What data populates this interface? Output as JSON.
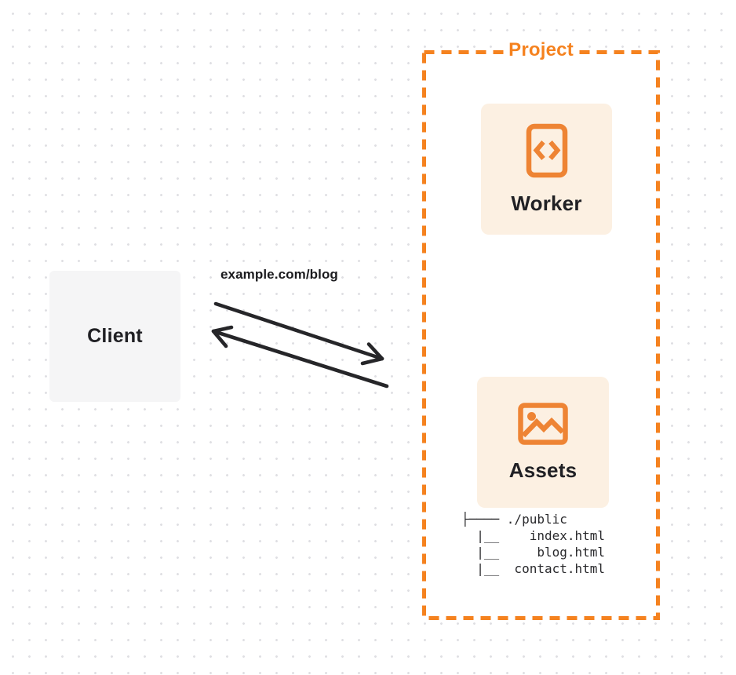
{
  "diagram": {
    "title": "client-worker-assets-routing-diagram",
    "colors": {
      "accent_orange": "#f5821f",
      "card_bg": "#fcf0e2",
      "client_bg": "#f5f5f6",
      "ink": "#232326",
      "dot_grid": "#dfdfe3",
      "background": "#ffffff"
    }
  },
  "client": {
    "label": "Client"
  },
  "request": {
    "label": "example.com/blog"
  },
  "arrows": {
    "request_direction": "client-to-project",
    "response_direction": "project-to-client"
  },
  "project": {
    "label": "Project",
    "worker": {
      "label": "Worker",
      "icon": "code-file-icon"
    },
    "assets": {
      "label": "Assets",
      "icon": "image-icon",
      "file_tree_text": "├──── ./public\n  |__    index.html\n  |__     blog.html\n  |__  contact.html",
      "file_tree": {
        "root": "./public",
        "files": [
          "index.html",
          "blog.html",
          "contact.html"
        ]
      }
    }
  }
}
